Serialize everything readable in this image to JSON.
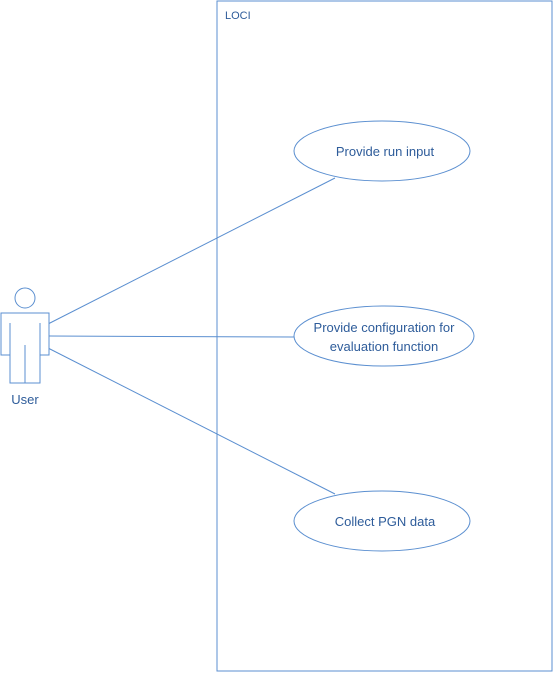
{
  "system": {
    "name": "LOCI"
  },
  "actor": {
    "name": "User"
  },
  "use_cases": [
    {
      "lines": [
        "Provide run input"
      ]
    },
    {
      "lines": [
        "Provide configuration for",
        "evaluation function"
      ]
    },
    {
      "lines": [
        "Collect PGN data"
      ]
    }
  ],
  "colors": {
    "stroke": "#5b8fd0",
    "text": "#2e5c9a"
  }
}
